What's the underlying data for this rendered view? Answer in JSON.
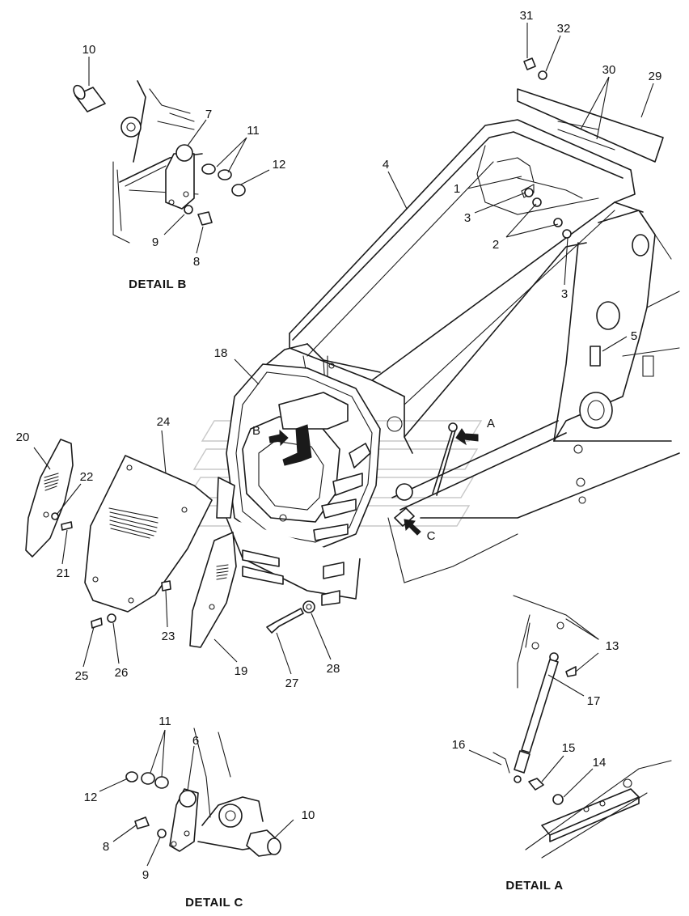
{
  "detail_titles": {
    "b": "DETAIL B",
    "a": "DETAIL A",
    "c": "DETAIL C"
  },
  "view_arrows": {
    "a": "A",
    "b": "B",
    "c": "C"
  },
  "callouts": {
    "n1": "1",
    "n2": "2",
    "n3a": "3",
    "n3b": "3",
    "n4": "4",
    "n5": "5",
    "n6": "6",
    "n7": "7",
    "n8b": "8",
    "n8c": "8",
    "n9b": "9",
    "n9c": "9",
    "n10b": "10",
    "n10c": "10",
    "n11b": "11",
    "n11c": "11",
    "n12b": "12",
    "n12c": "12",
    "n13": "13",
    "n14": "14",
    "n15": "15",
    "n16": "16",
    "n17": "17",
    "n18": "18",
    "n19": "19",
    "n20": "20",
    "n21": "21",
    "n22": "22",
    "n23": "23",
    "n24": "24",
    "n25": "25",
    "n26": "26",
    "n27": "27",
    "n28": "28",
    "n29": "29",
    "n30": "30",
    "n31": "31",
    "n32": "32"
  }
}
